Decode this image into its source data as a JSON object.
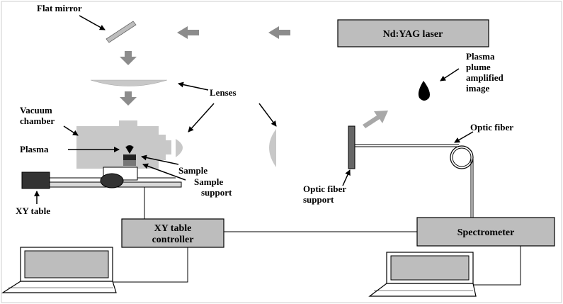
{
  "labels": {
    "flat_mirror": "Flat mirror",
    "laser": "Nd:YAG laser",
    "plasma_plume_1": "Plasma",
    "plasma_plume_2": "plume",
    "plasma_plume_3": "amplified",
    "plasma_plume_4": "image",
    "lenses": "Lenses",
    "vacuum_chamber_1": "Vacuum",
    "vacuum_chamber_2": "chamber",
    "plasma": "Plasma",
    "sample": "Sample",
    "sample_support_1": "Sample",
    "sample_support_2": "support",
    "xy_table": "XY table",
    "optic_fiber": "Optic fiber",
    "optic_fiber_support_1": "Optic fiber",
    "optic_fiber_support_2": "support",
    "xy_controller_1": "XY table",
    "xy_controller_2": "controller",
    "spectrometer": "Spectrometer"
  },
  "colors": {
    "box_fill": "#bdbdbd",
    "light_gray": "#c8c8c8",
    "arrow_gray": "#8c8c8c",
    "dark": "#222222"
  }
}
